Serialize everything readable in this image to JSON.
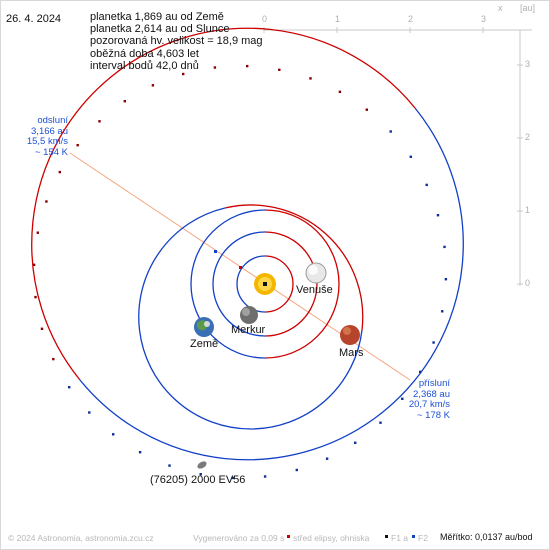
{
  "header": {
    "date": "26. 4. 2024",
    "lines": [
      "planetka 1,869 au od Země",
      "planetka 2,614 au od Slunce",
      "pozorovaná hv. velikost = 18,9 mag",
      "oběžná doba 4,603 let",
      "interval bodů 42,0 dnů"
    ]
  },
  "aphelion": {
    "label": "odsluní",
    "distance": "3,166 au",
    "speed": "15,5 km/s",
    "temp": "~ 154 K"
  },
  "perihelion": {
    "label": "přísluní",
    "distance": "2,368 au",
    "speed": "20,7 km/s",
    "temp": "~ 178 K"
  },
  "planets": {
    "venus": "Venuše",
    "mercury": "Merkur",
    "earth": "Země",
    "mars": "Mars"
  },
  "asteroid": {
    "name": "(76205) 2000 EV56"
  },
  "axes": {
    "x_ticks": [
      "0",
      "1",
      "2",
      "3"
    ],
    "x_label": "x",
    "unit": "[au]",
    "y_ticks": [
      "3",
      "2",
      "1",
      "0"
    ]
  },
  "footer": {
    "copyright": "© 2024 Astronomia, astronomia.zcu.cz",
    "generated": "Vygenerováno za 0,09 s",
    "legend": "střed elipsy, ohniska",
    "f1": "F1 a",
    "f2": "F2",
    "scale": "Měřítko: 0,0137 au/bod"
  },
  "colors": {
    "orbit_red": "#cc0000",
    "orbit_blue": "#1240c8",
    "apsis_line": "#f4a77f",
    "text_blue": "#1d4fd8",
    "axis_grey": "#c8c8c8"
  }
}
